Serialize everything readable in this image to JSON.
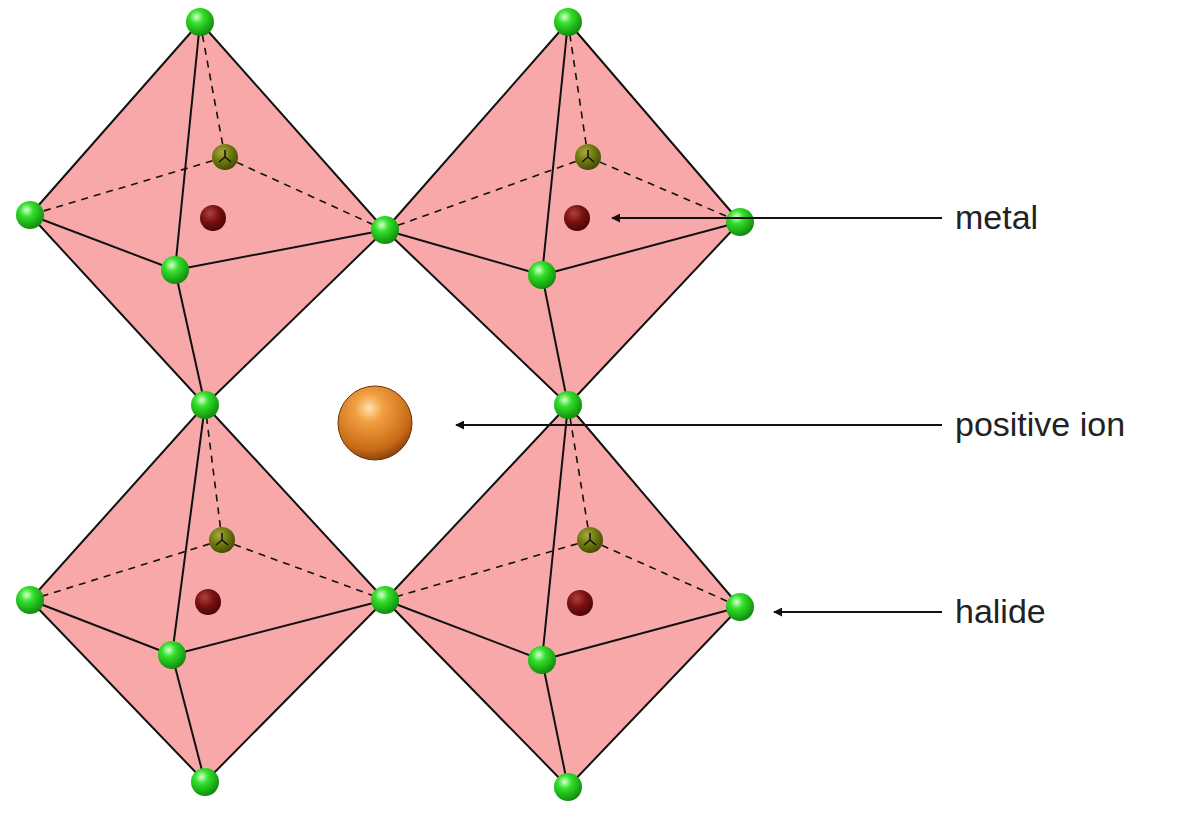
{
  "diagram": {
    "labels": [
      "metal",
      "positive ion",
      "halide"
    ]
  }
}
